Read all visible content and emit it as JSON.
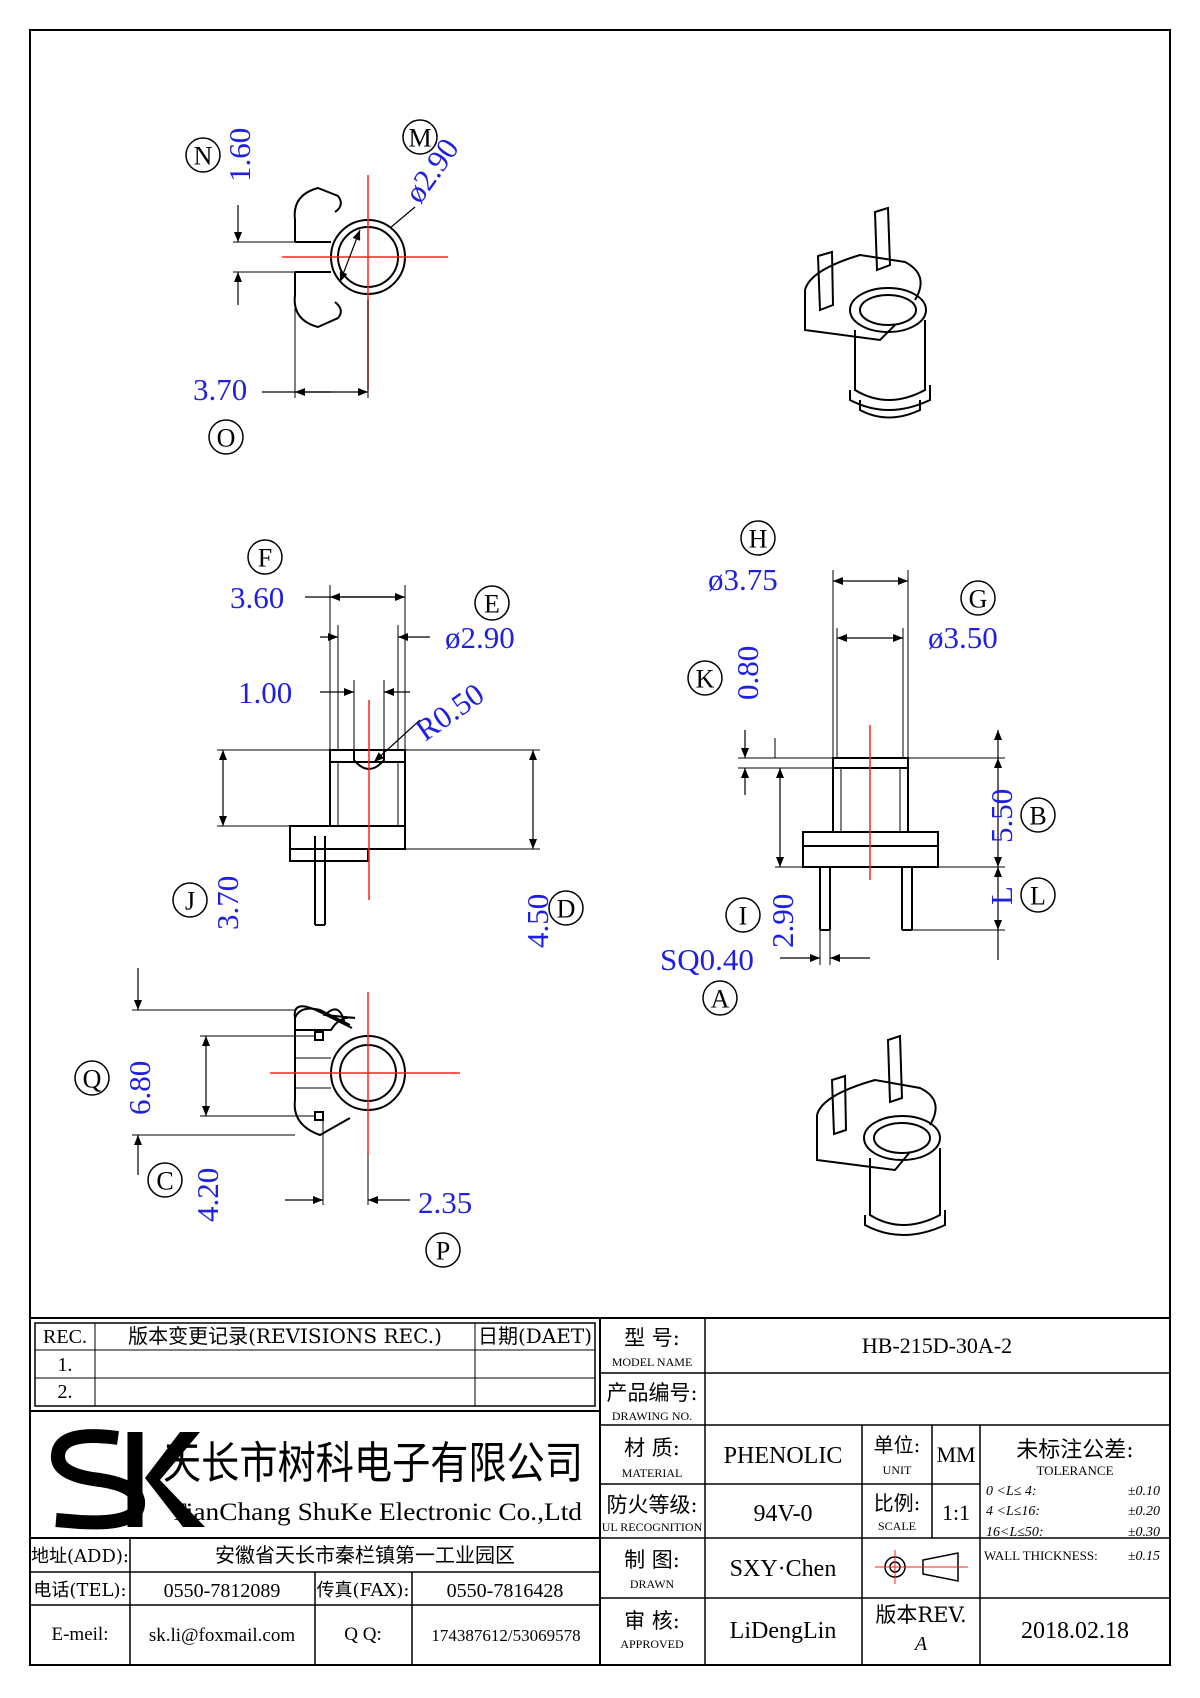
{
  "drawing": {
    "top_view": {
      "dims": {
        "n": "1.60",
        "m": "ø2.90",
        "o": "3.70"
      },
      "labels": [
        "N",
        "M",
        "O"
      ]
    },
    "side_view": {
      "dims": {
        "f": "3.60",
        "e": "ø2.90",
        "r": "R0.50",
        "one": "1.00",
        "j": "3.70",
        "d": "4.50"
      },
      "labels": [
        "F",
        "E",
        "J",
        "D"
      ]
    },
    "right_view": {
      "dims": {
        "h": "ø3.75",
        "g": "ø3.50",
        "k": "0.80",
        "b": "5.50",
        "l": "L",
        "i": "2.90",
        "a": "SQ0.40"
      },
      "labels": [
        "H",
        "G",
        "K",
        "B",
        "L",
        "I",
        "A"
      ]
    },
    "bottom_view": {
      "dims": {
        "q": "6.80",
        "c": "4.20",
        "p": "2.35"
      },
      "labels": [
        "Q",
        "C",
        "P"
      ]
    }
  },
  "title_block": {
    "rev_header": "REC.",
    "rev_title": "版本变更记录(REVISIONS REC.)",
    "date_header": "日期(DAET)",
    "rev_rows": [
      "1.",
      "2."
    ],
    "company": {
      "logo": "SK",
      "name_cn": "天长市树科电子有限公司",
      "name_en": "TianChang ShuKe Electronic Co.,Ltd"
    },
    "address_label": "地址(ADD):",
    "address": "安徽省天长市秦栏镇第一工业园区",
    "tel_label": "电话(TEL):",
    "tel": "0550-7812089",
    "fax_label": "传真(FAX):",
    "fax": "0550-7816428",
    "email_label": "E-meil:",
    "email": "sk.li@foxmail.com",
    "qq_label": "Q Q:",
    "qq": "174387612/53069578",
    "model_label_cn": "型  号:",
    "model_label_en": "MODEL NAME",
    "model": "HB-215D-30A-2",
    "drawing_label_cn": "产品编号:",
    "drawing_label_en": "DRAWING NO.",
    "drawing_no": "",
    "material_label_cn": "材  质:",
    "material_label_en": "MATERIAL",
    "material": "PHENOLIC",
    "ul_label_cn": "防火等级:",
    "ul_label_en": "UL RECOGNITION",
    "ul": "94V-0",
    "drawn_label_cn": "制  图:",
    "drawn_label_en": "DRAWN",
    "drawn": "SXY·Chen",
    "approved_label_cn": "审  核:",
    "approved_label_en": "APPROVED",
    "approved": "LiDengLin",
    "unit_label_cn": "单位:",
    "unit_label_en": "UNIT",
    "unit": "MM",
    "scale_label_cn": "比例:",
    "scale_label_en": "SCALE",
    "scale": "1:1",
    "rev_label": "版本REV.",
    "rev": "A",
    "date": "2018.02.18",
    "tolerance_cn": "未标注公差:",
    "tolerance_en": "TOLERANCE",
    "tol_rows": [
      {
        "range": "0 <L≤ 4:",
        "value": "±0.10"
      },
      {
        "range": "4 <L≤16:",
        "value": "±0.20"
      },
      {
        "range": "16<L≤50:",
        "value": "±0.30"
      }
    ],
    "wall_label": "WALL THICKNESS:",
    "wall_value": "±0.15"
  }
}
